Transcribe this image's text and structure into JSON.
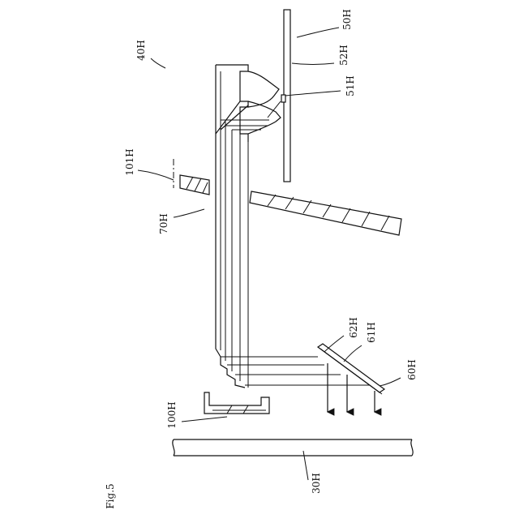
{
  "figure": {
    "caption": "Fig.5",
    "labels": {
      "l40": "40H",
      "l50": "50H",
      "l52": "52H",
      "l51": "51H",
      "l101": "101H",
      "l70": "70H",
      "l62": "62H",
      "l61": "61H",
      "l60": "60H",
      "l100": "100H",
      "l30": "30H"
    }
  }
}
